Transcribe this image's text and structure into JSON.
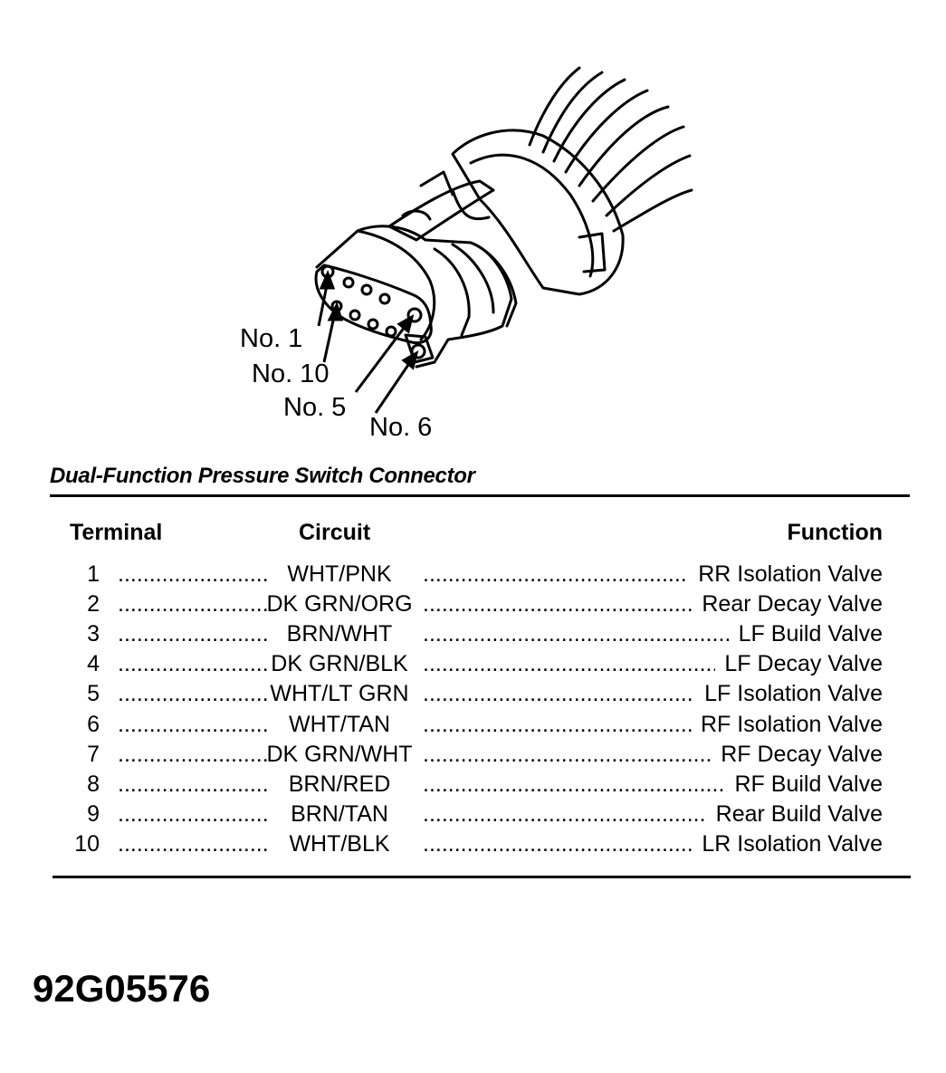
{
  "callouts": [
    "No. 1",
    "No. 10",
    "No. 5",
    "No. 6"
  ],
  "title": "Dual-Function Pressure Switch Connector",
  "table": {
    "headers": {
      "terminal": "Terminal",
      "circuit": "Circuit",
      "function": "Function"
    },
    "rows": [
      {
        "terminal": "1",
        "circuit": "WHT/PNK",
        "function": "RR Isolation Valve"
      },
      {
        "terminal": "2",
        "circuit": "DK GRN/ORG",
        "function": "Rear Decay Valve"
      },
      {
        "terminal": "3",
        "circuit": "BRN/WHT",
        "function": "LF Build Valve"
      },
      {
        "terminal": "4",
        "circuit": "DK GRN/BLK",
        "function": "LF Decay Valve"
      },
      {
        "terminal": "5",
        "circuit": "WHT/LT GRN",
        "function": "LF Isolation Valve"
      },
      {
        "terminal": "6",
        "circuit": "WHT/TAN",
        "function": "RF Isolation Valve"
      },
      {
        "terminal": "7",
        "circuit": "DK GRN/WHT",
        "function": "RF Decay Valve"
      },
      {
        "terminal": "8",
        "circuit": "BRN/RED",
        "function": "RF Build Valve"
      },
      {
        "terminal": "9",
        "circuit": "BRN/TAN",
        "function": "Rear Build Valve"
      },
      {
        "terminal": "10",
        "circuit": "WHT/BLK",
        "function": "LR Isolation Valve"
      }
    ]
  },
  "figure_id": "92G05576",
  "colors": {
    "ink": "#000000",
    "paper": "#ffffff"
  }
}
